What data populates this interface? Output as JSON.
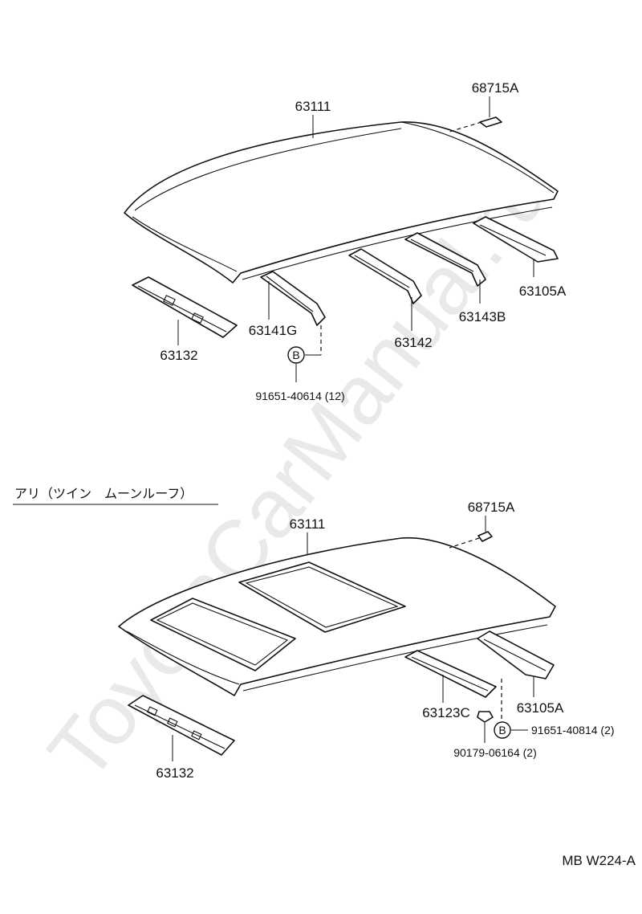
{
  "watermark": "ToyotaCarManual.ru",
  "top": {
    "labels": {
      "roof_panel": "63111",
      "cap": "68715A",
      "rear_reinforcement": "63105A",
      "reinforcement_3": "63143B",
      "reinforcement_2": "63142",
      "reinforcement_1": "63141G",
      "front_header": "63132",
      "bolt": "91651-40614 (12)"
    },
    "bolt_marker": "B"
  },
  "bottom": {
    "heading": "アリ（ツイン　ムーンルーフ）",
    "labels": {
      "roof_panel": "63111",
      "cap": "68715A",
      "rear_reinforcement": "63105A",
      "reinforcement": "63123C",
      "front_header": "63132",
      "bolt": "91651-40814 (2)",
      "nut": "90179-06164 (2)"
    },
    "bolt_marker": "B"
  },
  "code": "MB W224-A"
}
